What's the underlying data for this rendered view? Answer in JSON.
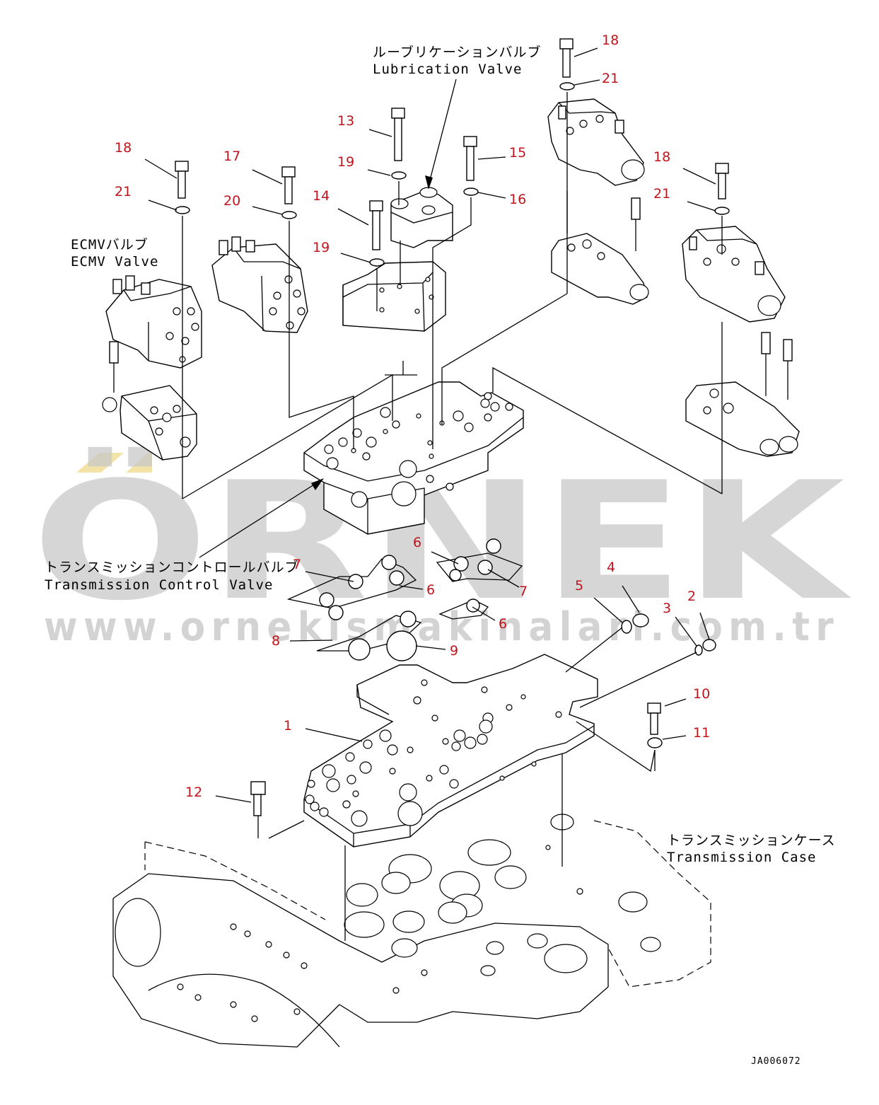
{
  "labels": {
    "lubrication_jp": "ルーブリケーションバルブ",
    "lubrication_en": "Lubrication Valve",
    "ecmv_jp": "ECMVバルブ",
    "ecmv_en": "ECMV Valve",
    "tcv_jp": "トランスミッションコントロールバルブ",
    "tcv_en": "Transmission Control Valve",
    "case_jp": "トランスミッションケース",
    "case_en": "Transmission Case"
  },
  "drawing_code": "JA006072",
  "watermark": {
    "brand": "ÖRNEK",
    "url": "www.ornekismakinalari.com.tr"
  },
  "callouts": {
    "c18a": "18",
    "c21a": "21",
    "c13": "13",
    "c19a": "19",
    "c15": "15",
    "c16": "16",
    "c14": "14",
    "c19b": "19",
    "c17": "17",
    "c20": "20",
    "c18b": "18",
    "c21b": "21",
    "c18c": "18",
    "c21c": "21",
    "c6a": "6",
    "c7a": "7",
    "c7b": "7",
    "c6b": "6",
    "c6c": "6",
    "c8": "8",
    "c9": "9",
    "c4": "4",
    "c5": "5",
    "c3": "3",
    "c2": "2",
    "c1": "1",
    "c10": "10",
    "c11": "11",
    "c12": "12"
  },
  "colors": {
    "callout": "#c0141c",
    "line": "#000000",
    "watermark": "#c9c9c9",
    "watermark_accent": "#f3e3a6"
  }
}
